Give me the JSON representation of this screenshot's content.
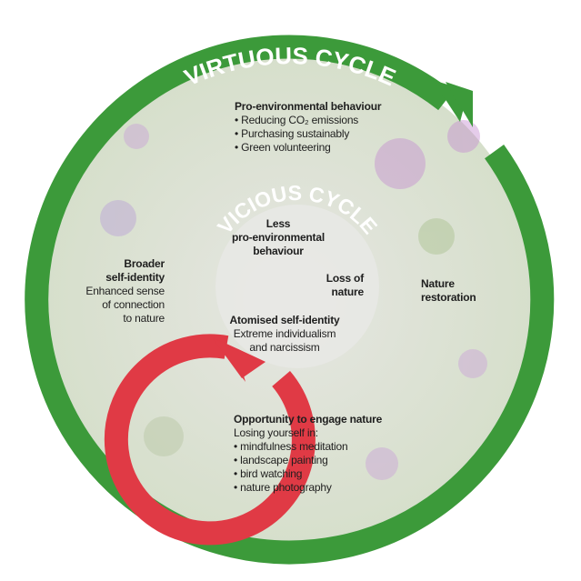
{
  "colors": {
    "green": "#3c9a3a",
    "red": "#e03a45",
    "background": "#dfe4d6"
  },
  "virtuous": {
    "title": "VIRTUOUS CYCLE",
    "pro_env": {
      "heading": "Pro-environmental behaviour",
      "items": [
        "• Reducing CO₂ emissions",
        "• Purchasing sustainably",
        "• Green volunteering"
      ]
    },
    "nature_restoration": [
      "Nature",
      "restoration"
    ],
    "opportunity": {
      "heading": "Opportunity to engage nature",
      "subheading": "Losing yourself in:",
      "items": [
        "• mindfulness meditation",
        "• landscape painting",
        "• bird watching",
        "• nature photography"
      ]
    },
    "broader": {
      "heading": [
        "Broader",
        "self-identity"
      ],
      "lines": [
        "Enhanced sense",
        "of connection",
        "to nature"
      ]
    }
  },
  "vicious": {
    "title": "VICIOUS CYCLE",
    "less": [
      "Less",
      "pro-environmental",
      "behaviour"
    ],
    "loss": [
      "Loss of",
      "nature"
    ],
    "atomised": {
      "heading": "Atomised self-identity",
      "lines": [
        "Extreme individualism",
        "and narcissism"
      ]
    }
  }
}
